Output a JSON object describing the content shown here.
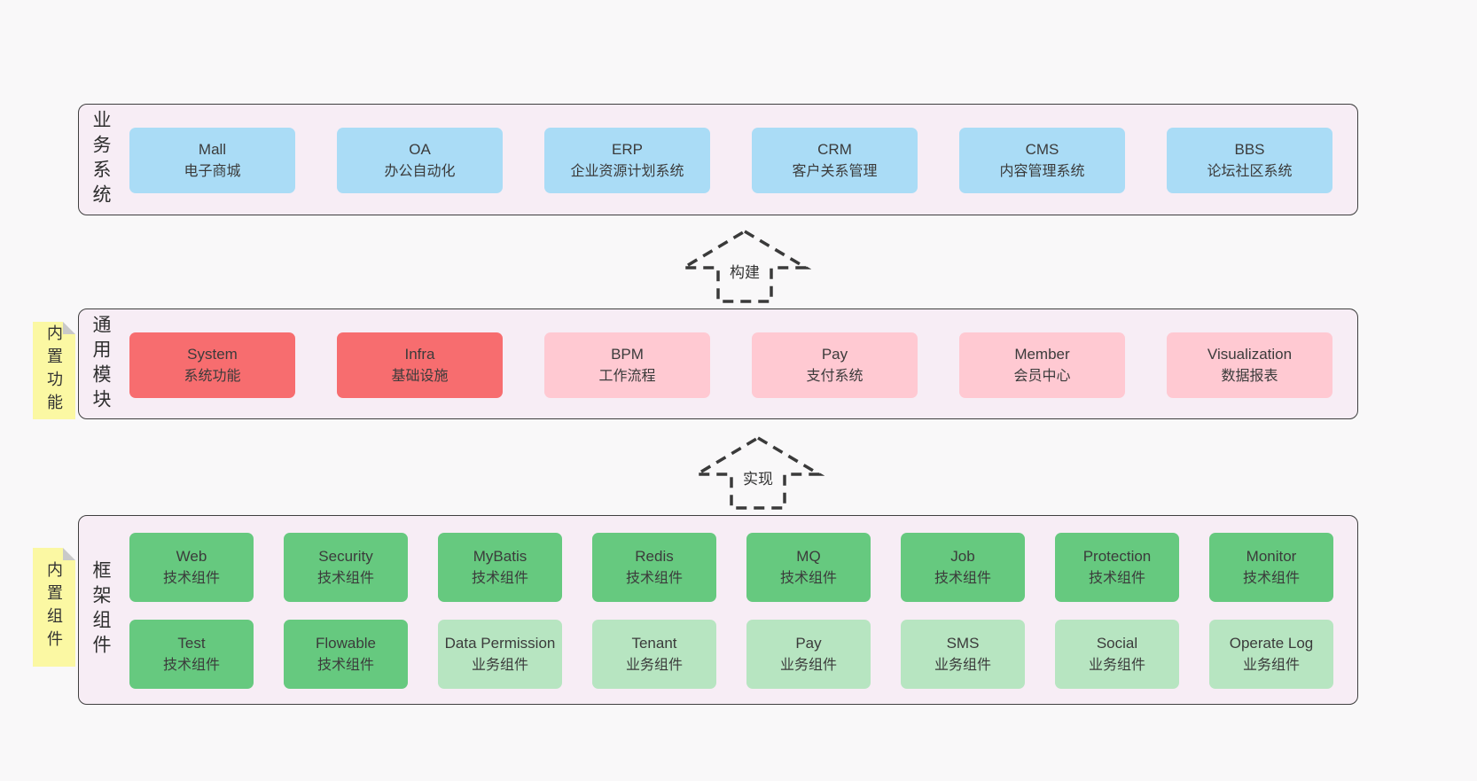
{
  "colors": {
    "page_bg": "#f9f8f9",
    "band_bg": "#f7edf5",
    "band_border": "#3f3f3f",
    "blue": "#aadcf6",
    "red": "#f76d6f",
    "pink": "#ffc9d2",
    "green": "#66c97f",
    "light_green": "#b7e5c1",
    "sticky": "#fbf8a3",
    "fold": "#c9c9c9",
    "text": "#3b3b3b",
    "arrow": "#3a3a3a"
  },
  "arrows": [
    {
      "label": "构建"
    },
    {
      "label": "实现"
    }
  ],
  "bands": [
    {
      "label": "业务系统",
      "boxes": [
        {
          "name": "Mall",
          "desc": "电子商城"
        },
        {
          "name": "OA",
          "desc": "办公自动化"
        },
        {
          "name": "ERP",
          "desc": "企业资源计划系统"
        },
        {
          "name": "CRM",
          "desc": "客户关系管理"
        },
        {
          "name": "CMS",
          "desc": "内容管理系统"
        },
        {
          "name": "BBS",
          "desc": "论坛社区系统"
        }
      ]
    },
    {
      "label": "通用模块",
      "sticky": "内置功能",
      "boxes": [
        {
          "name": "System",
          "desc": "系统功能"
        },
        {
          "name": "Infra",
          "desc": "基础设施"
        },
        {
          "name": "BPM",
          "desc": "工作流程"
        },
        {
          "name": "Pay",
          "desc": "支付系统"
        },
        {
          "name": "Member",
          "desc": "会员中心"
        },
        {
          "name": "Visualization",
          "desc": "数据报表"
        }
      ]
    },
    {
      "label": "框架组件",
      "sticky": "内置组件",
      "rows": [
        [
          {
            "name": "Web",
            "desc": "技术组件"
          },
          {
            "name": "Security",
            "desc": "技术组件"
          },
          {
            "name": "MyBatis",
            "desc": "技术组件"
          },
          {
            "name": "Redis",
            "desc": "技术组件"
          },
          {
            "name": "MQ",
            "desc": "技术组件"
          },
          {
            "name": "Job",
            "desc": "技术组件"
          },
          {
            "name": "Protection",
            "desc": "技术组件"
          },
          {
            "name": "Monitor",
            "desc": "技术组件"
          }
        ],
        [
          {
            "name": "Test",
            "desc": "技术组件"
          },
          {
            "name": "Flowable",
            "desc": "技术组件"
          },
          {
            "name": "Data Permission",
            "desc": "业务组件"
          },
          {
            "name": "Tenant",
            "desc": "业务组件"
          },
          {
            "name": "Pay",
            "desc": "业务组件"
          },
          {
            "name": "SMS",
            "desc": "业务组件"
          },
          {
            "name": "Social",
            "desc": "业务组件"
          },
          {
            "name": "Operate Log",
            "desc": "业务组件"
          }
        ]
      ]
    }
  ]
}
